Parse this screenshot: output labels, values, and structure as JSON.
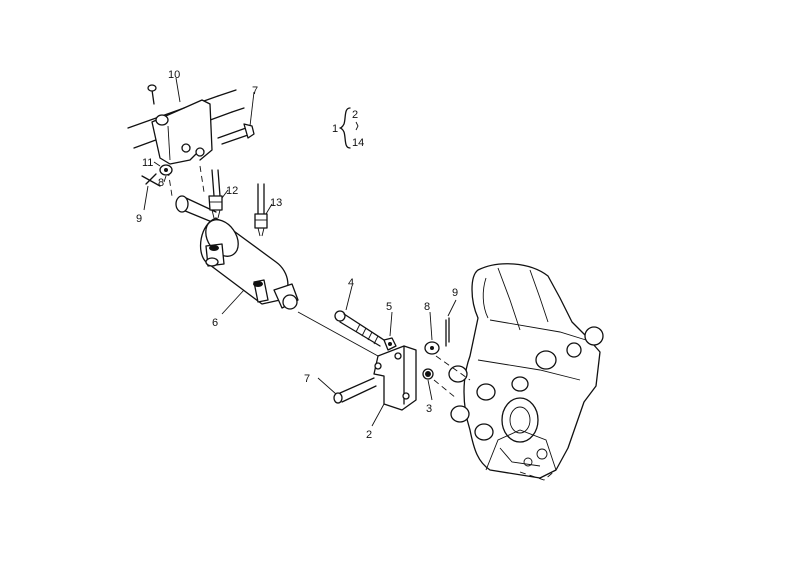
{
  "callouts": {
    "c10": "10",
    "c7a": "7",
    "c11": "11",
    "c8a": "8",
    "c9a": "9",
    "c12": "12",
    "c13": "13",
    "c6": "6",
    "c4": "4",
    "c5": "5",
    "c8b": "8",
    "c9b": "9",
    "c3": "3",
    "c7b": "7",
    "c2": "2"
  },
  "legend": {
    "assembly": "1",
    "first": "2",
    "last": "14"
  }
}
